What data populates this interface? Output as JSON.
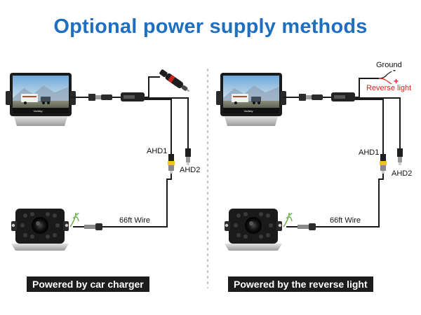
{
  "title": "Optional power supply methods",
  "left_panel": {
    "labels": {
      "ahd1": "AHD1",
      "ahd2": "AHD2",
      "wire": "66ft Wire"
    },
    "caption": "Powered by car charger"
  },
  "right_panel": {
    "labels": {
      "ground": "Ground",
      "reverse_light": "Reverse light",
      "minus": "-",
      "plus": "+",
      "ahd1": "AHD1",
      "ahd2": "AHD2",
      "wire": "66ft Wire"
    },
    "caption": "Powered by the reverse light"
  },
  "colors": {
    "title": "#1f6fc0",
    "reverse_light": "#e0211b",
    "connector_yellow": "#f2c21a",
    "cable": "#1a1a1a"
  }
}
